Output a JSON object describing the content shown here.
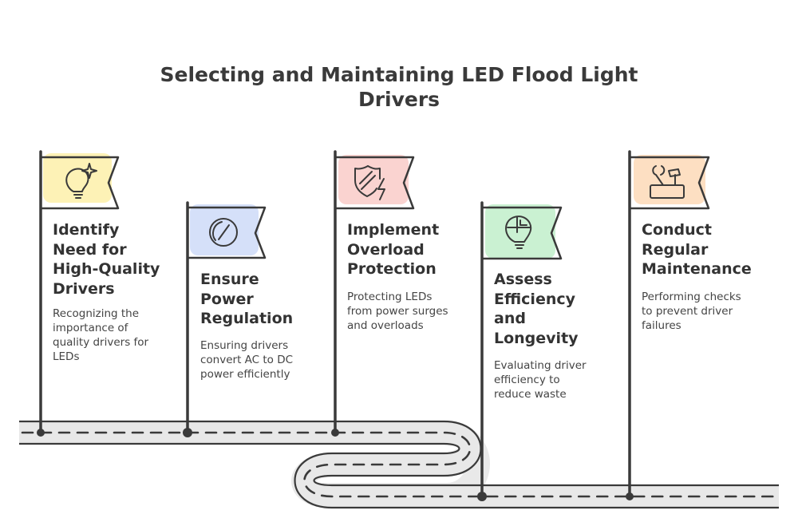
{
  "title": "Selecting and Maintaining LED Flood Light Drivers",
  "steps": [
    {
      "title_lines": [
        "Identify",
        "Need for",
        "High-Quality",
        "Drivers"
      ],
      "desc_lines": [
        "Recognizing the",
        "importance of",
        "quality drivers for",
        "LEDs"
      ],
      "icon": "lightbulb-sparkle-icon",
      "color": "#fbe77a"
    },
    {
      "title_lines": [
        "Ensure",
        "Power",
        "Regulation"
      ],
      "desc_lines": [
        "Ensuring drivers",
        "convert AC to DC",
        "power efficiently"
      ],
      "icon": "power-gauge-icon",
      "color": "#b9ccf5"
    },
    {
      "title_lines": [
        "Implement",
        "Overload",
        "Protection"
      ],
      "desc_lines": [
        "Protecting LEDs",
        "from power surges",
        "and overloads"
      ],
      "icon": "shield-bolt-icon",
      "color": "#f7b5b0"
    },
    {
      "title_lines": [
        "Assess",
        "Efficiency",
        "and",
        "Longevity"
      ],
      "desc_lines": [
        "Evaluating driver",
        "efficiency to",
        "reduce waste"
      ],
      "icon": "lightbulb-chart-icon",
      "color": "#a6e8b4"
    },
    {
      "title_lines": [
        "Conduct",
        "Regular",
        "Maintenance"
      ],
      "desc_lines": [
        "Performing checks",
        "to prevent driver",
        "failures"
      ],
      "icon": "toolbox-icon",
      "color": "#fbc99a"
    }
  ]
}
